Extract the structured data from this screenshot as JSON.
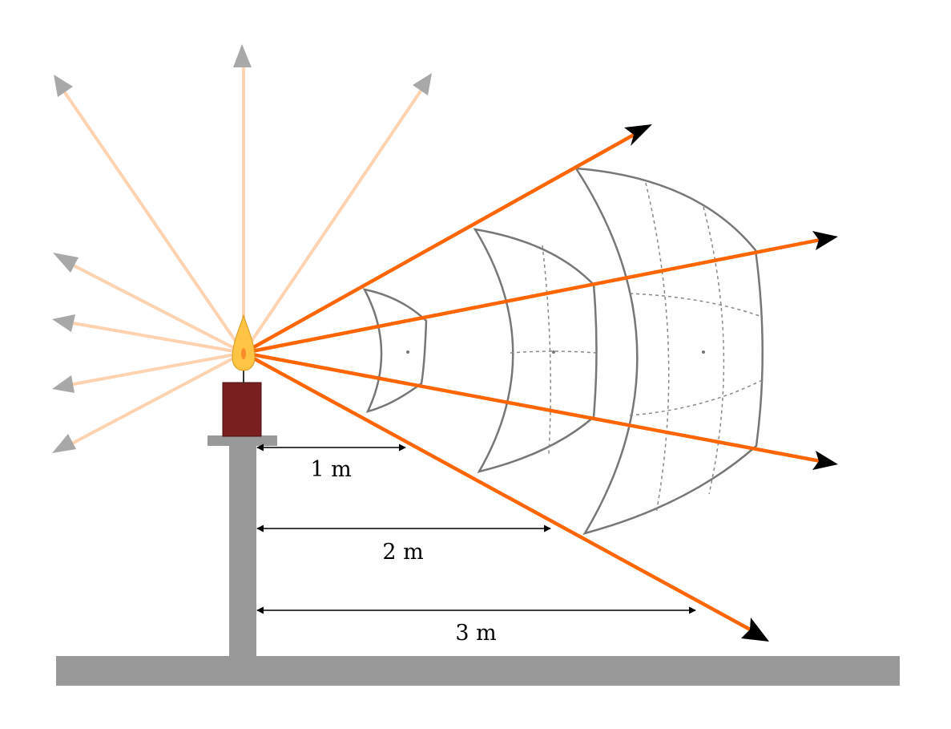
{
  "labels": {
    "d1": "1 m",
    "d2": "2 m",
    "d3": "3 m"
  },
  "colors": {
    "bright_ray": "#ff6600",
    "faded_ray": "#ffd2b0",
    "faded_arrowhead": "#a8a8a8",
    "bright_arrowhead": "#000000",
    "stand": "#999999",
    "candle": "#7a1f1f",
    "flame_outer": "#ffc444",
    "flame_inner": "#ff8a2a",
    "surface_outline": "#777777",
    "grid_dash": "#888888"
  },
  "icons": {
    "light_source": "candle-icon",
    "flame": "flame-icon"
  }
}
